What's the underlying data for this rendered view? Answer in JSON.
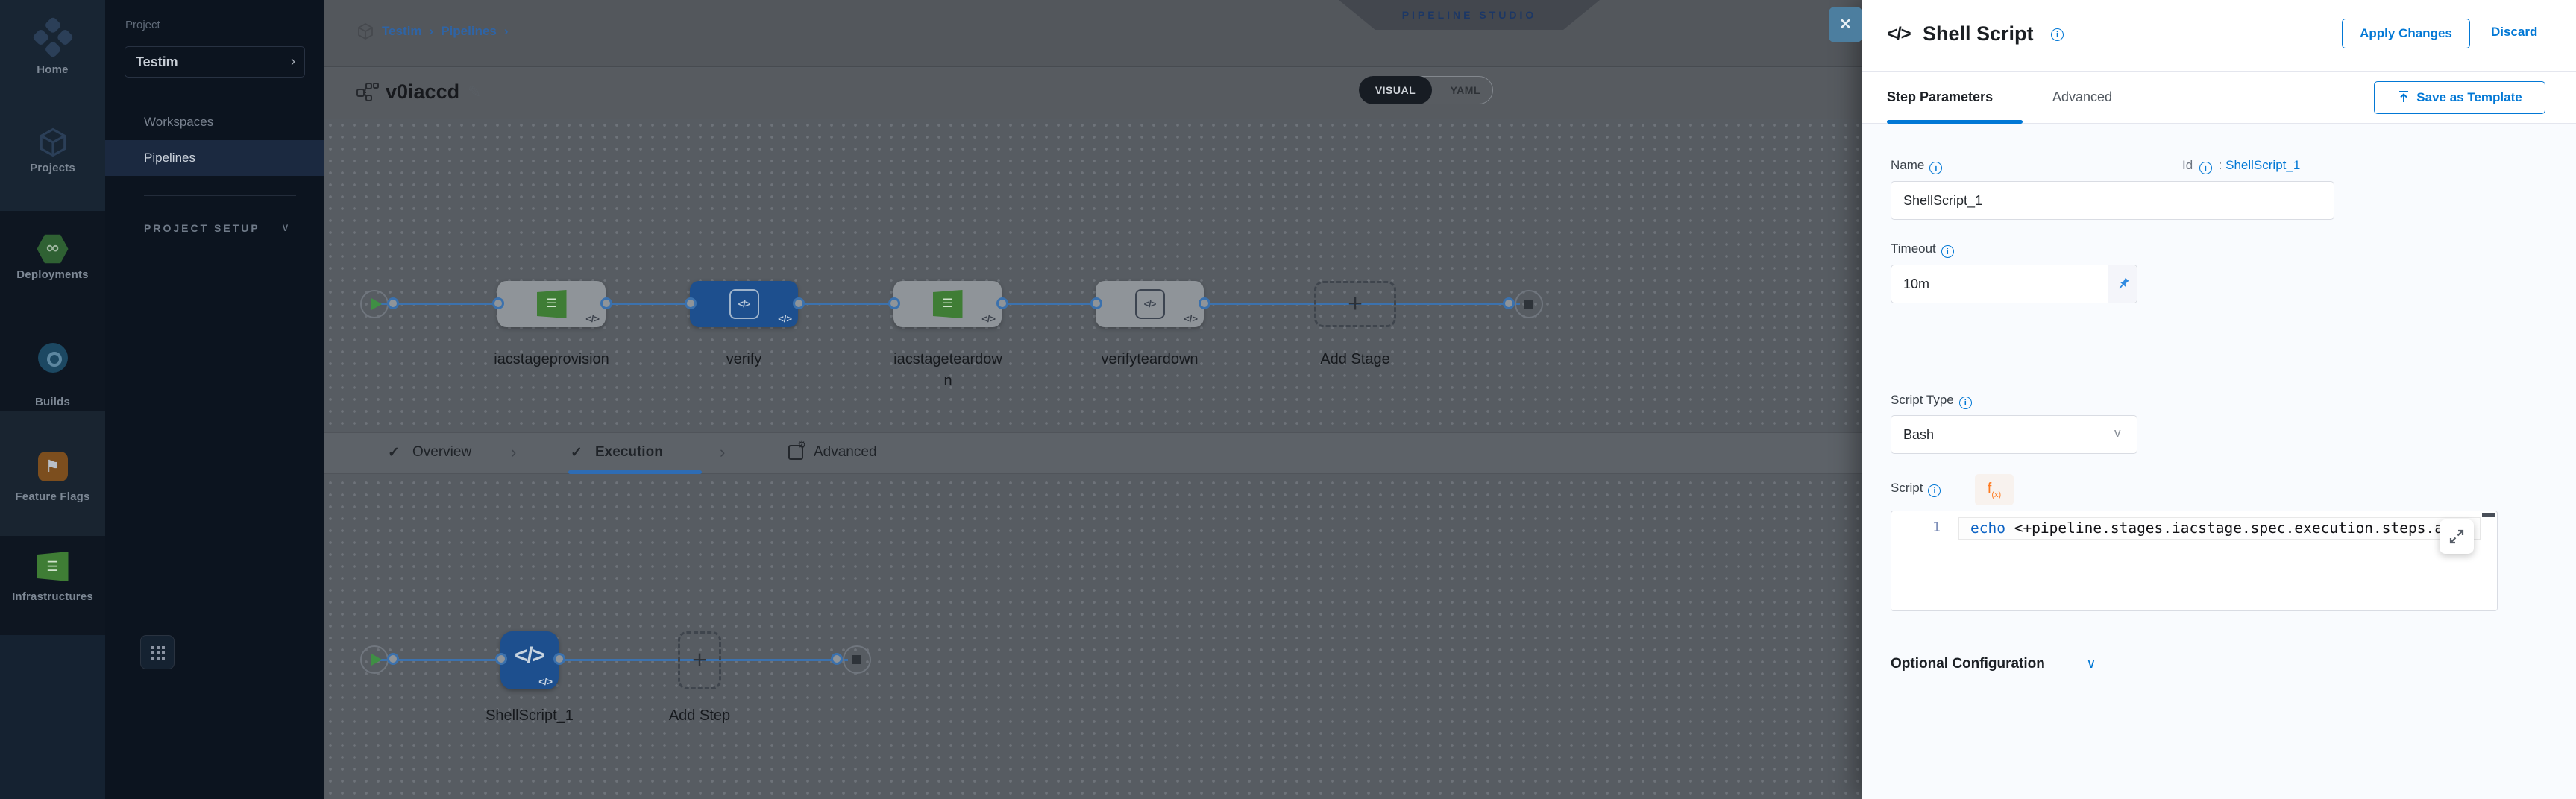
{
  "colors": {
    "accent": "#0278d5",
    "selected_node": "#1d4f8e",
    "success_green": "#42ab45",
    "link_blue": "#3c72ae"
  },
  "icons": {
    "check": "✓",
    "chevron_right": "›",
    "chevron_down": "∨",
    "chevron_select": "v",
    "close": "✕",
    "plus": "+",
    "edit": "✎",
    "info": "i",
    "code": "</>",
    "infinity": "∞",
    "flag": "⚑",
    "tree": "☰",
    "colon": ":"
  },
  "nav1": {
    "items": [
      {
        "label": "Home"
      },
      {
        "label": "Projects"
      },
      {
        "label": "Deployments"
      },
      {
        "label": "Builds"
      },
      {
        "label": "Feature Flags"
      },
      {
        "label": "Infrastructures"
      }
    ]
  },
  "nav2": {
    "project_label": "Project",
    "project_value": "Testim",
    "items": [
      {
        "label": "Workspaces"
      },
      {
        "label": "Pipelines"
      }
    ],
    "setup_label": "PROJECT SETUP"
  },
  "header": {
    "breadcrumb": {
      "project": "Testim",
      "section": "Pipelines"
    },
    "badge": "PIPELINE STUDIO",
    "pipeline_title": "v0iaccd",
    "toggle": {
      "visual": "VISUAL",
      "yaml": "YAML"
    }
  },
  "graph": {
    "stages": [
      {
        "label": "iacstageprovision"
      },
      {
        "label": "verify"
      },
      {
        "label": "iacstageteardown"
      },
      {
        "label": "verifyteardown"
      }
    ],
    "add_stage_label": "Add Stage",
    "tabs": {
      "overview": "Overview",
      "execution": "Execution",
      "advanced": "Advanced"
    },
    "steps": [
      {
        "label": "ShellScript_1"
      }
    ],
    "add_step_label": "Add Step"
  },
  "drawer": {
    "title": "Shell Script",
    "apply_label": "Apply Changes",
    "discard_label": "Discard",
    "tabs": {
      "step_parameters": "Step Parameters",
      "advanced": "Advanced"
    },
    "save_as_template_label": "Save as Template",
    "fields": {
      "name_label": "Name",
      "name_value": "ShellScript_1",
      "id_label": "Id",
      "id_value": "ShellScript_1",
      "timeout_label": "Timeout",
      "timeout_value": "10m",
      "script_type_label": "Script Type",
      "script_type_value": "Bash",
      "script_label": "Script"
    },
    "editor": {
      "line_number": "1",
      "code_keyword": "echo ",
      "code_rest": "<+pipeline.stages.iacstage.spec.execution.steps.appl"
    },
    "optional_configuration_label": "Optional Configuration"
  }
}
